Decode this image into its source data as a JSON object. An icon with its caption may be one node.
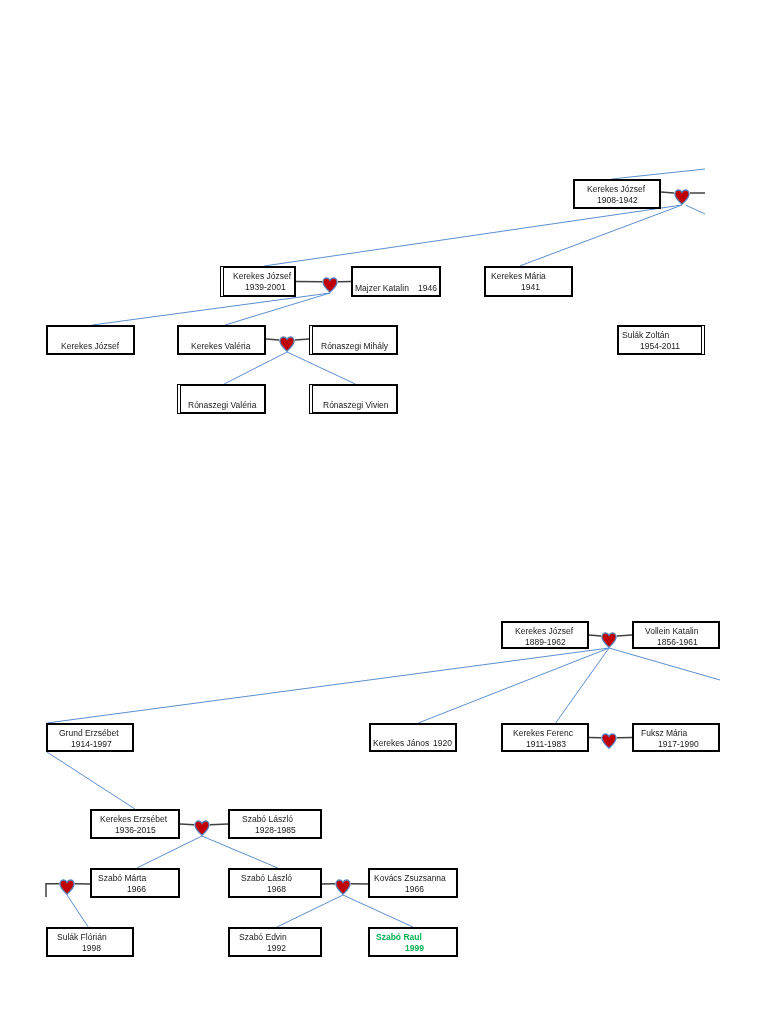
{
  "diagram": {
    "nodes": [
      {
        "text": [
          "Kerekes József",
          "1908-1942"
        ]
      },
      {
        "text": [],
        "shape": "heart"
      },
      {
        "text": [
          "Kerekes József",
          "1939-2001"
        ]
      },
      {
        "text": [],
        "shape": "heart"
      },
      {
        "text": [
          "Majzer Katalin",
          "1946"
        ]
      },
      {
        "text": [
          "Kerekes Mária",
          "1941"
        ]
      },
      {
        "text": [
          "Kerekes József"
        ]
      },
      {
        "text": [
          "Kerekes Valéria"
        ]
      },
      {
        "text": [],
        "shape": "heart"
      },
      {
        "text": [
          "Rónaszegi Mihály"
        ]
      },
      {
        "text": [
          "Sulák Zoltán",
          "1954-2011"
        ]
      },
      {
        "text": [
          "Rónaszegi Valéria"
        ]
      },
      {
        "text": [
          "Rónaszegi Vivien"
        ]
      },
      {
        "text": [
          "Kerekes József",
          "1889-1962"
        ]
      },
      {
        "text": [],
        "shape": "heart"
      },
      {
        "text": [
          "Vollein Katalin",
          "1856-1961"
        ]
      },
      {
        "text": [
          "Grund Erzsébet",
          "1914-1997"
        ]
      },
      {
        "text": [
          "Kerekes János",
          "1920"
        ]
      },
      {
        "text": [
          "Kerekes Ferenc",
          "1911-1983"
        ]
      },
      {
        "text": [],
        "shape": "heart"
      },
      {
        "text": [
          "Fuksz Mária",
          "1917-1990"
        ]
      },
      {
        "text": [
          "Kerekes Erzsébet",
          "1936-2015"
        ]
      },
      {
        "text": [],
        "shape": "heart"
      },
      {
        "text": [
          "Szabó László",
          "1928-1985"
        ]
      },
      {
        "text": [],
        "shape": "heart"
      },
      {
        "text": [
          "Szabó Márta",
          "1966"
        ]
      },
      {
        "text": [
          "Szabó László",
          "1968"
        ]
      },
      {
        "text": [],
        "shape": "heart"
      },
      {
        "text": [
          "Kovács Zsuzsanna",
          "1966"
        ]
      },
      {
        "text": [
          "Sulák Flórián",
          "1998"
        ]
      },
      {
        "text": [
          "Szabó Edvin",
          "1992"
        ]
      },
      {
        "text": [
          "Szabó Raul",
          "1999"
        ]
      }
    ],
    "edges": [
      {
        "from": 0,
        "to": 1,
        "arrow": "none",
        "color": "#404040"
      },
      {
        "from": 1,
        "to": null,
        "arrow": "none",
        "color": "#404040"
      },
      {
        "from": 0,
        "to": null,
        "arrow": "none"
      },
      {
        "from": 1,
        "to": null,
        "arrow": "none"
      },
      {
        "from": 1,
        "to": 2,
        "arrow": "none"
      },
      {
        "from": 1,
        "to": 5,
        "arrow": "none"
      },
      {
        "from": 2,
        "to": 3,
        "arrow": "none",
        "color": "#404040"
      },
      {
        "from": 3,
        "to": 4,
        "arrow": "none",
        "color": "#404040"
      },
      {
        "from": 3,
        "to": 6,
        "arrow": "none"
      },
      {
        "from": 3,
        "to": 7,
        "arrow": "none"
      },
      {
        "from": 7,
        "to": 8,
        "arrow": "none",
        "color": "#404040"
      },
      {
        "from": 8,
        "to": 9,
        "arrow": "none",
        "color": "#404040"
      },
      {
        "from": 8,
        "to": 11,
        "arrow": "none"
      },
      {
        "from": 8,
        "to": 12,
        "arrow": "none"
      },
      {
        "from": 13,
        "to": 14,
        "arrow": "none",
        "color": "#404040"
      },
      {
        "from": 14,
        "to": 15,
        "arrow": "none",
        "color": "#404040"
      },
      {
        "from": 14,
        "to": 16,
        "arrow": "none"
      },
      {
        "from": 14,
        "to": 17,
        "arrow": "none"
      },
      {
        "from": 14,
        "to": 18,
        "arrow": "none"
      },
      {
        "from": 14,
        "to": null,
        "arrow": "none"
      },
      {
        "from": 18,
        "to": 19,
        "arrow": "none",
        "color": "#404040"
      },
      {
        "from": 19,
        "to": 20,
        "arrow": "none",
        "color": "#404040"
      },
      {
        "from": 16,
        "to": 21,
        "arrow": "none"
      },
      {
        "from": 21,
        "to": 22,
        "arrow": "none",
        "color": "#404040"
      },
      {
        "from": 22,
        "to": 23,
        "arrow": "none",
        "color": "#404040"
      },
      {
        "from": 22,
        "to": 25,
        "arrow": "none"
      },
      {
        "from": 22,
        "to": 26,
        "arrow": "none"
      },
      {
        "from": 24,
        "to": null,
        "arrow": "none",
        "color": "#404040"
      },
      {
        "from": 24,
        "to": 25,
        "arrow": "none",
        "color": "#404040"
      },
      {
        "from": 24,
        "to": 29,
        "arrow": "none"
      },
      {
        "from": 26,
        "to": 27,
        "arrow": "none",
        "color": "#404040"
      },
      {
        "from": 27,
        "to": 28,
        "arrow": "none",
        "color": "#404040"
      },
      {
        "from": 27,
        "to": 30,
        "arrow": "none"
      },
      {
        "from": 27,
        "to": 31,
        "arrow": "none"
      }
    ]
  }
}
